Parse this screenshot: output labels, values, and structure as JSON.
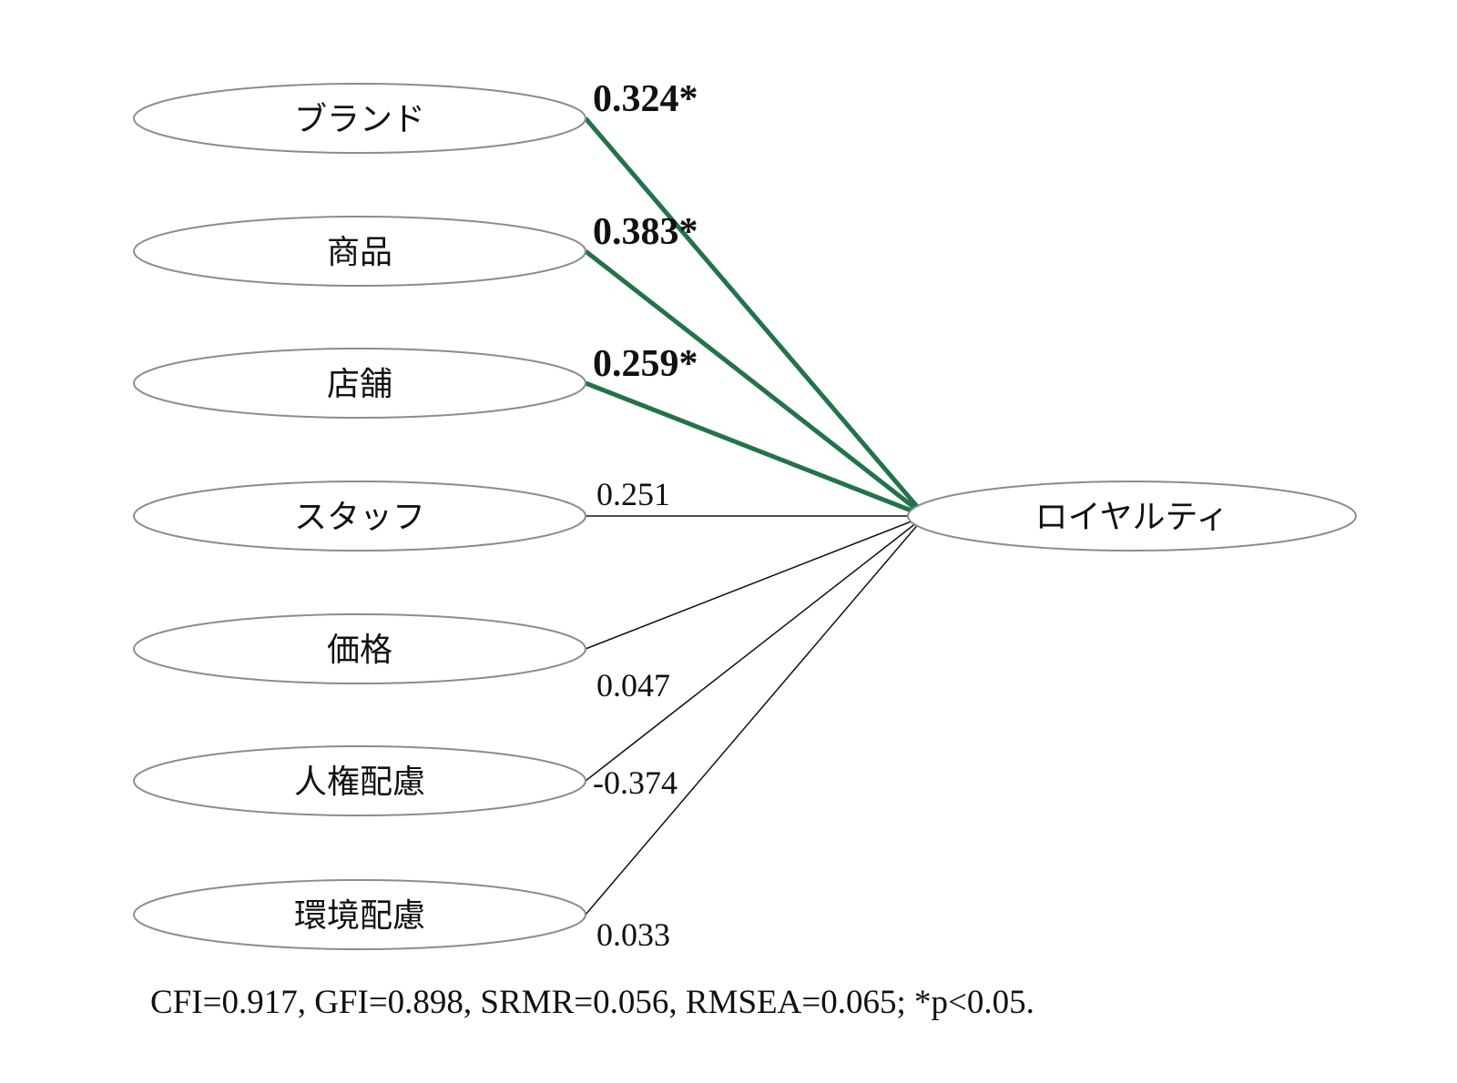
{
  "colors": {
    "significant": "#237348",
    "nonsignificant": "#111111",
    "ellipse_border": "#8c8c8c"
  },
  "predictors": [
    {
      "label": "ブランド",
      "coefficient": "0.324*",
      "significant": true
    },
    {
      "label": "商品",
      "coefficient": "0.383*",
      "significant": true
    },
    {
      "label": "店舗",
      "coefficient": "0.259*",
      "significant": true
    },
    {
      "label": "スタッフ",
      "coefficient": "0.251",
      "significant": false
    },
    {
      "label": "価格",
      "coefficient": "0.047",
      "significant": false
    },
    {
      "label": "人権配慮",
      "coefficient": "-0.374",
      "significant": false
    },
    {
      "label": "環境配慮",
      "coefficient": "0.033",
      "significant": false
    }
  ],
  "outcome": {
    "label": "ロイヤルティ"
  },
  "fit_note": "CFI=0.917, GFI=0.898, SRMR=0.056, RMSEA=0.065; *p<0.05."
}
